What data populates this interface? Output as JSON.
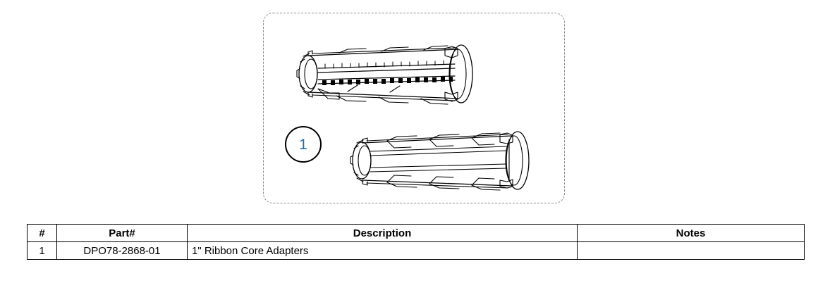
{
  "diagram": {
    "frame_style": "dashed-rounded-rectangle",
    "callout": {
      "number": "1",
      "number_color": "#1f6fb5",
      "shape": "circle"
    },
    "views": [
      {
        "name": "upper-cutaway-view",
        "description": "1 inch ribbon core adapter, sectioned cutaway view showing internal ribs"
      },
      {
        "name": "lower-exterior-view",
        "description": "1 inch ribbon core adapter, exterior isometric view with end flange"
      }
    ]
  },
  "table": {
    "headers": {
      "num": "#",
      "part": "Part#",
      "description": "Description",
      "notes": "Notes"
    },
    "rows": [
      {
        "num": "1",
        "part": "DPO78-2868-01",
        "description": "1\" Ribbon Core Adapters",
        "notes": ""
      }
    ]
  }
}
